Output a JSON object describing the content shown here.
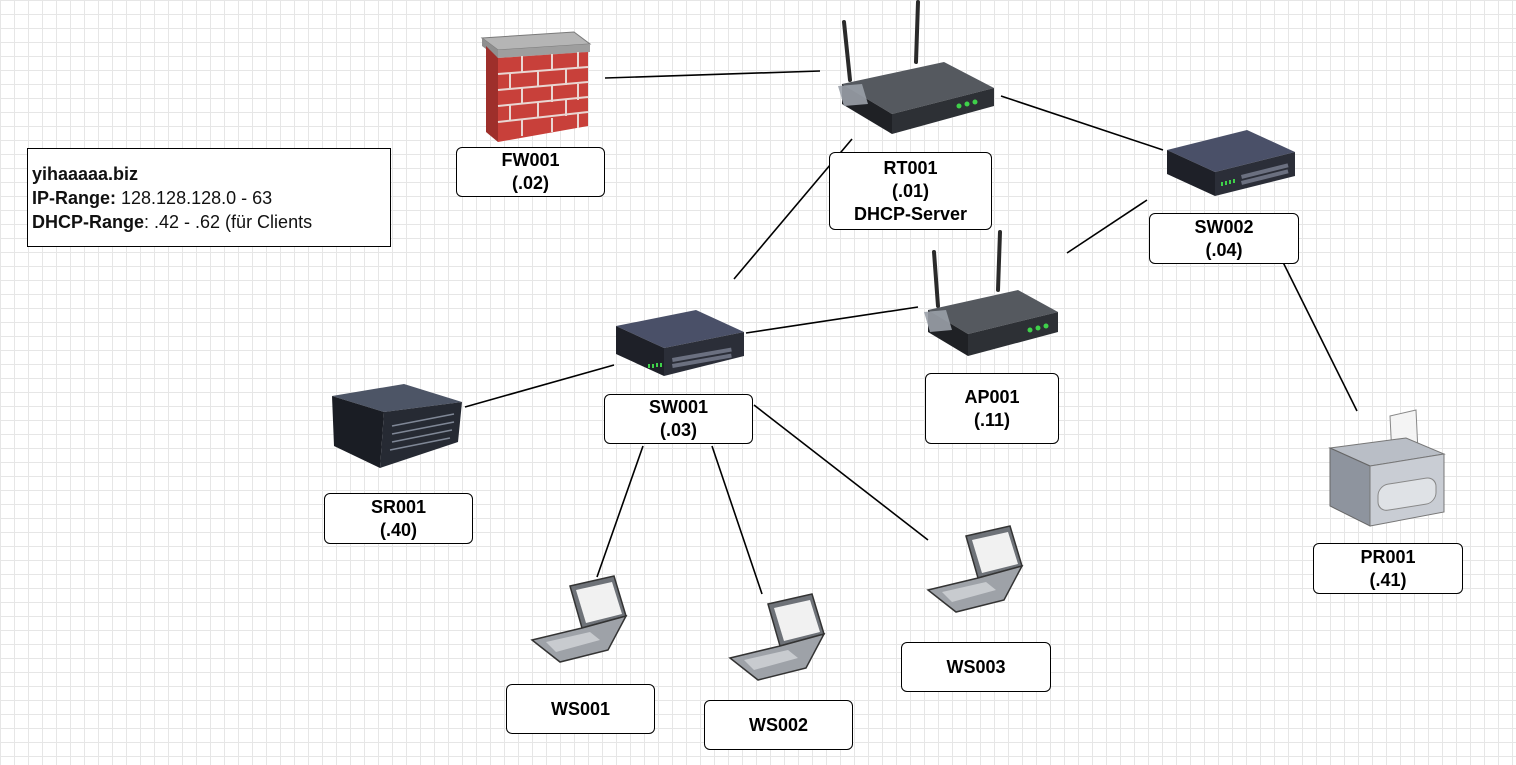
{
  "info": {
    "domain": "yihaaaaa.biz",
    "ip_label": "IP-Range:",
    "ip_value": " 128.128.128.0 - 63",
    "dhcp_label": "DHCP-Range",
    "dhcp_value": ": .42 - .62 (für Clients"
  },
  "nodes": {
    "fw001": {
      "name": "FW001",
      "ip": "(.02)",
      "icon": "firewall-icon"
    },
    "rt001": {
      "name": "RT001",
      "ip": "(.01)",
      "role": "DHCP-Server",
      "icon": "router-icon"
    },
    "sw002": {
      "name": "SW002",
      "ip": "(.04)",
      "icon": "switch-icon"
    },
    "ap001": {
      "name": "AP001",
      "ip": "(.11)",
      "icon": "access-point-icon"
    },
    "sw001": {
      "name": "SW001",
      "ip": "(.03)",
      "icon": "switch-icon"
    },
    "sr001": {
      "name": "SR001",
      "ip": "(.40)",
      "icon": "server-icon"
    },
    "pr001": {
      "name": "PR001",
      "ip": "(.41)",
      "icon": "printer-icon"
    },
    "ws001": {
      "name": "WS001",
      "icon": "laptop-icon"
    },
    "ws002": {
      "name": "WS002",
      "icon": "laptop-icon"
    },
    "ws003": {
      "name": "WS003",
      "icon": "laptop-icon"
    }
  },
  "links": [
    [
      "FW001",
      "RT001"
    ],
    [
      "RT001",
      "SW002"
    ],
    [
      "RT001",
      "SW001"
    ],
    [
      "SW002",
      "AP001"
    ],
    [
      "SW002",
      "PR001"
    ],
    [
      "AP001",
      "SW001"
    ],
    [
      "SW001",
      "SR001"
    ],
    [
      "SW001",
      "WS001"
    ],
    [
      "SW001",
      "WS002"
    ],
    [
      "SW001",
      "WS003"
    ]
  ],
  "colors": {
    "brick": "#c8403a",
    "device_dark": "#2a2d33",
    "switch_top": "#4a5068",
    "port_green": "#3fd14a",
    "printer_body": "#c9cdd4"
  }
}
